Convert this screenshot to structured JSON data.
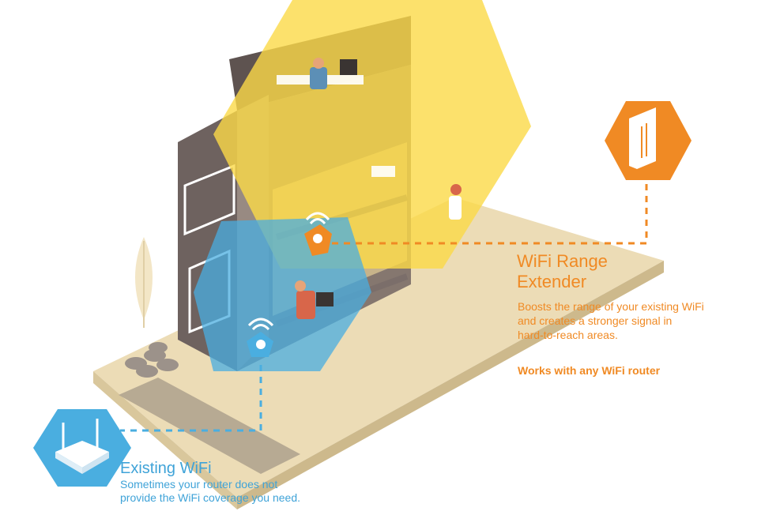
{
  "extender": {
    "title_line1": "WiFi Range",
    "title_line2": "Extender",
    "desc_line1": "Boosts the range of your existing WiFi",
    "desc_line2": "and creates a stronger signal in",
    "desc_line3": "hard-to-reach areas.",
    "note": "Works with any WiFi router",
    "icon": "range-extender-icon",
    "color": "#f08a24"
  },
  "existing": {
    "title": "Existing WiFi",
    "desc_line1": "Sometimes your router does not",
    "desc_line2": "provide the WiFi coverage you need.",
    "icon": "router-icon",
    "color": "#3fa3d8"
  },
  "colors": {
    "coverage_yellow": "#fbd947",
    "coverage_blue": "#4aaee0",
    "house_wall": "#7b6e6a",
    "ground": "#ecdcb6"
  }
}
